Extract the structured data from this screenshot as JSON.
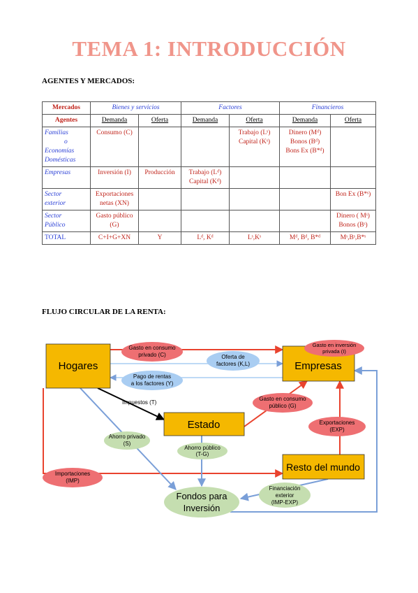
{
  "title": "TEMA 1: INTRODUCCIÓN",
  "section1": "AGENTES Y MERCADOS:",
  "section2": "FLUJO CIRCULAR DE LA RENTA:",
  "table": {
    "mercados_label": "Mercados",
    "agentes_label": "Agentes",
    "markets": [
      "Bienes y servicios",
      "Factores",
      "Financieros"
    ],
    "sub": [
      "Demanda",
      "Oferta",
      "Demanda",
      "Oferta",
      "Demanda",
      "Oferta"
    ],
    "rows": [
      {
        "agent": [
          "Familias",
          "o",
          "Economías",
          "Domésticas"
        ],
        "cells": [
          [
            "Consumo (C)"
          ],
          [
            ""
          ],
          [
            ""
          ],
          [
            "Trabajo (Lˢ)",
            "Capital (Kˢ)"
          ],
          [
            "Dinero (Mᵈ)",
            "Bonos (Bᵈ)",
            "Bons Ex (B*ᵈ)"
          ],
          [
            ""
          ]
        ]
      },
      {
        "agent": [
          "Empresas"
        ],
        "cells": [
          [
            "Inversión (I)"
          ],
          [
            "Producción"
          ],
          [
            "Trabajo (Lᵈ)",
            "Capital (Kᵈ)"
          ],
          [
            ""
          ],
          [
            ""
          ],
          [
            ""
          ]
        ]
      },
      {
        "agent": [
          "Sector",
          "exterior"
        ],
        "cells": [
          [
            "Exportaciones",
            "netas (XN)"
          ],
          [
            ""
          ],
          [
            ""
          ],
          [
            ""
          ],
          [
            ""
          ],
          [
            "Bon Ex (B*ˢ)"
          ]
        ]
      },
      {
        "agent": [
          "Sector",
          "Público"
        ],
        "cells": [
          [
            "Gasto público",
            "(G)"
          ],
          [
            ""
          ],
          [
            ""
          ],
          [
            ""
          ],
          [
            ""
          ],
          [
            "Dinero ( Mˢ)",
            "Bonos (Bˢ)"
          ]
        ]
      },
      {
        "agent": [
          "TOTAL"
        ],
        "cells": [
          [
            "C+I+G+XN"
          ],
          [
            "Y"
          ],
          [
            "Lᵈ, Kᵈ"
          ],
          [
            "Lˢ,Kˢ"
          ],
          [
            "Mᵈ, Bᵈ, B*ᵈ"
          ],
          [
            "Mˢ,Bˢ,B*ˢ"
          ]
        ]
      }
    ]
  },
  "flow": {
    "boxes": {
      "hogares": "Hogares",
      "empresas": "Empresas",
      "estado": "Estado",
      "resto": "Resto del mundo",
      "fondos": [
        "Fondos para",
        "Inversión"
      ]
    },
    "labels": {
      "gasto_consumo_privado": [
        "Gasto en consumo",
        "privado (C)"
      ],
      "gasto_inversion": [
        "Gasto en inversión",
        "privada (I)"
      ],
      "oferta_factores": [
        "Oferta de",
        "factores (K,L)"
      ],
      "pago_rentas": [
        "Pago de rentas",
        "a los factores (Y)"
      ],
      "impuestos": "Impuestos (T)",
      "gasto_publico": [
        "Gasto en consumo",
        "público (G)"
      ],
      "ahorro_privado": [
        "Ahorro privado",
        "(S)"
      ],
      "ahorro_publico": [
        "Ahorro público",
        "(T-G)"
      ],
      "exportaciones": [
        "Exportaciones",
        "(EXP)"
      ],
      "importaciones": [
        "Importaciones",
        "(IMP)"
      ],
      "financiacion": [
        "Financiación",
        "exterior",
        "(IMP-EXP)"
      ]
    },
    "colors": {
      "box_fill": "#f5b800",
      "red_arrow": "#e9432e",
      "blue_arrow": "#7a9fd8",
      "pink_ellipse": "#ee6f72",
      "blue_ellipse": "#a9cdf2",
      "green_ellipse": "#c5deb0"
    }
  }
}
